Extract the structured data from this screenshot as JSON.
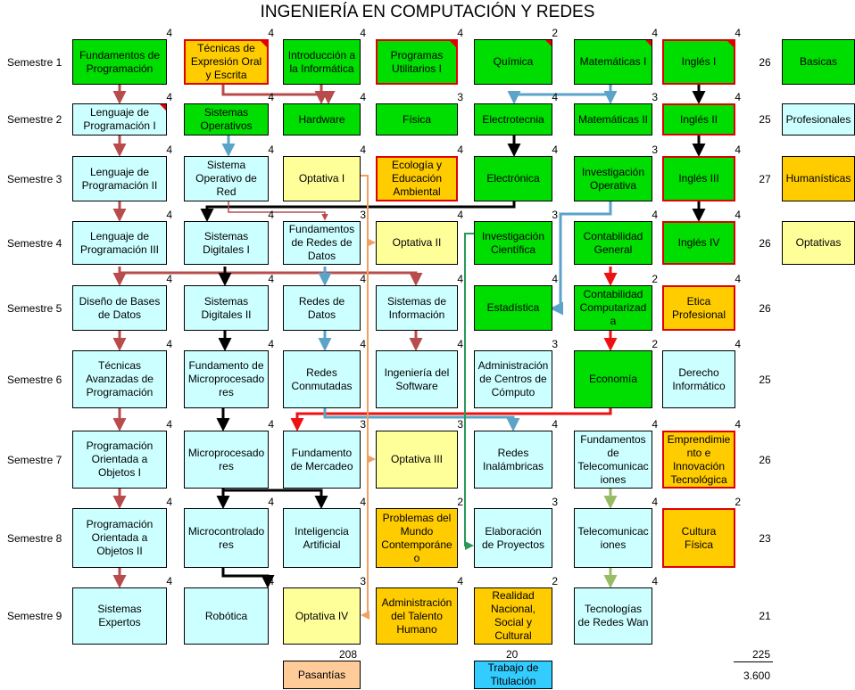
{
  "title": "INGENIERÍA EN COMPUTACIÓN Y REDES",
  "colors": {
    "basicas": "#00dd00",
    "profesionales": "#ccffff",
    "humanisticas": "#ffcc00",
    "optativas": "#ffff99",
    "pasantias": "#ffcc99",
    "titulacion": "#33ccff"
  },
  "semesters": [
    {
      "label": "Semestre 1",
      "total": "26"
    },
    {
      "label": "Semestre 2",
      "total": "25"
    },
    {
      "label": "Semestre 3",
      "total": "27"
    },
    {
      "label": "Semestre 4",
      "total": "26"
    },
    {
      "label": "Semestre 5",
      "total": "26"
    },
    {
      "label": "Semestre 6",
      "total": "25"
    },
    {
      "label": "Semestre 7",
      "total": "26"
    },
    {
      "label": "Semestre 8",
      "total": "23"
    },
    {
      "label": "Semestre 9",
      "total": "21"
    }
  ],
  "courses": [
    [
      {
        "name": "Fundamentos de Programación",
        "credits": "4",
        "cat": "basicas"
      },
      {
        "name": "Técnicas de Expresión Oral y Escrita",
        "credits": "4",
        "cat": "humanisticas",
        "red": true,
        "tri": true
      },
      {
        "name": "Introducción a la Informática",
        "credits": "4",
        "cat": "basicas"
      },
      {
        "name": "Programas Utilitarios I",
        "credits": "4",
        "cat": "basicas",
        "red": true,
        "tri": true
      },
      {
        "name": "Química",
        "credits": "2",
        "cat": "basicas",
        "tri": true
      },
      {
        "name": "Matemáticas I",
        "credits": "4",
        "cat": "basicas",
        "tri": true
      },
      {
        "name": "Inglés I",
        "credits": "4",
        "cat": "basicas",
        "red": true,
        "tri": true
      }
    ],
    [
      {
        "name": "Lenguaje de Programación I",
        "credits": "4",
        "cat": "profesionales",
        "tri": true
      },
      {
        "name": "Sistemas Operativos",
        "credits": "4",
        "cat": "basicas"
      },
      {
        "name": "Hardware",
        "credits": "4",
        "cat": "basicas"
      },
      {
        "name": "Física",
        "credits": "3",
        "cat": "basicas"
      },
      {
        "name": "Electrotecnia",
        "credits": "4",
        "cat": "basicas"
      },
      {
        "name": "Matemáticas II",
        "credits": "3",
        "cat": "basicas"
      },
      {
        "name": "Inglés II",
        "credits": "4",
        "cat": "basicas",
        "red": true
      }
    ],
    [
      {
        "name": "Lenguaje de Programación II",
        "credits": "4",
        "cat": "profesionales"
      },
      {
        "name": "Sistema Operativo de Red",
        "credits": "4",
        "cat": "profesionales"
      },
      {
        "name": "Optativa I",
        "credits": "4",
        "cat": "optativas"
      },
      {
        "name": "Ecología y Educación Ambiental",
        "credits": "4",
        "cat": "humanisticas",
        "red": true
      },
      {
        "name": "Electrónica",
        "credits": "4",
        "cat": "basicas"
      },
      {
        "name": "Investigación Operativa",
        "credits": "3",
        "cat": "basicas"
      },
      {
        "name": "Inglés III",
        "credits": "4",
        "cat": "basicas",
        "red": true
      }
    ],
    [
      {
        "name": "Lenguaje de Programación III",
        "credits": "4",
        "cat": "profesionales"
      },
      {
        "name": "Sistemas Digitales I",
        "credits": "4",
        "cat": "profesionales"
      },
      {
        "name": "Fundamentos de Redes de Datos",
        "credits": "3",
        "cat": "profesionales"
      },
      {
        "name": "Optativa II",
        "credits": "4",
        "cat": "optativas"
      },
      {
        "name": "Investigación Científica",
        "credits": "3",
        "cat": "basicas"
      },
      {
        "name": "Contabilidad General",
        "credits": "4",
        "cat": "basicas"
      },
      {
        "name": "Inglés IV",
        "credits": "4",
        "cat": "basicas",
        "red": true
      }
    ],
    [
      {
        "name": "Diseño de Bases de Datos",
        "credits": "4",
        "cat": "profesionales"
      },
      {
        "name": "Sistemas Digitales II",
        "credits": "4",
        "cat": "profesionales"
      },
      {
        "name": "Redes de Datos",
        "credits": "4",
        "cat": "profesionales"
      },
      {
        "name": "Sistemas de Información",
        "credits": "4",
        "cat": "profesionales"
      },
      {
        "name": "Estadística",
        "credits": "4",
        "cat": "basicas"
      },
      {
        "name": "Contabilidad Computarizada",
        "credits": "2",
        "cat": "basicas"
      },
      {
        "name": "Etica Profesional",
        "credits": "4",
        "cat": "humanisticas",
        "red": true
      }
    ],
    [
      {
        "name": "Técnicas Avanzadas de Programación",
        "credits": "4",
        "cat": "profesionales"
      },
      {
        "name": "Fundamento de Microprocesadores",
        "credits": "4",
        "cat": "profesionales"
      },
      {
        "name": "Redes Conmutadas",
        "credits": "4",
        "cat": "profesionales"
      },
      {
        "name": "Ingeniería del Software",
        "credits": "4",
        "cat": "profesionales"
      },
      {
        "name": "Administración de Centros de Cómputo",
        "credits": "3",
        "cat": "profesionales"
      },
      {
        "name": "Economía",
        "credits": "2",
        "cat": "basicas"
      },
      {
        "name": "Derecho Informático",
        "credits": "4",
        "cat": "profesionales"
      }
    ],
    [
      {
        "name": "Programación Orientada a Objetos I",
        "credits": "4",
        "cat": "profesionales"
      },
      {
        "name": "Microprocesadores",
        "credits": "4",
        "cat": "profesionales"
      },
      {
        "name": "Fundamento de Mercadeo",
        "credits": "3",
        "cat": "profesionales"
      },
      {
        "name": "Optativa III",
        "credits": "3",
        "cat": "optativas"
      },
      {
        "name": "Redes Inalámbricas",
        "credits": "4",
        "cat": "profesionales"
      },
      {
        "name": "Fundamentos de Telecomunicaciones",
        "credits": "4",
        "cat": "profesionales"
      },
      {
        "name": "Emprendimiento e Innovación Tecnológica",
        "credits": "4",
        "cat": "humanisticas",
        "red": true
      }
    ],
    [
      {
        "name": "Programación Orientada a Objetos II",
        "credits": "4",
        "cat": "profesionales"
      },
      {
        "name": "Microcontroladores",
        "credits": "4",
        "cat": "profesionales"
      },
      {
        "name": "Inteligencia Artificial",
        "credits": "4",
        "cat": "profesionales"
      },
      {
        "name": "Problemas del Mundo Contemporáneo",
        "credits": "2",
        "cat": "humanisticas"
      },
      {
        "name": "Elaboración de Proyectos",
        "credits": "3",
        "cat": "profesionales"
      },
      {
        "name": "Telecomunicaciones",
        "credits": "4",
        "cat": "profesionales"
      },
      {
        "name": "Cultura Física",
        "credits": "2",
        "cat": "humanisticas",
        "red": true
      }
    ],
    [
      {
        "name": "Sistemas Expertos",
        "credits": "4",
        "cat": "profesionales"
      },
      {
        "name": "Robótica",
        "credits": "4",
        "cat": "profesionales"
      },
      {
        "name": "Optativa IV",
        "credits": "3",
        "cat": "optativas"
      },
      {
        "name": "Administración del Talento Humano",
        "credits": "4",
        "cat": "humanisticas"
      },
      {
        "name": "Realidad Nacional, Social y Cultural",
        "credits": "2",
        "cat": "humanisticas"
      },
      {
        "name": "Tecnologías de Redes Wan",
        "credits": "4",
        "cat": "profesionales"
      },
      null
    ]
  ],
  "legend": [
    {
      "label": "Basicas",
      "cat": "basicas"
    },
    {
      "label": "Profesionales",
      "cat": "profesionales"
    },
    {
      "label": "Humanísticas",
      "cat": "humanisticas"
    },
    {
      "label": "Optativas",
      "cat": "optativas"
    }
  ],
  "footer": {
    "sum_left": "208",
    "sum_mid": "20",
    "sum_total": "225",
    "hours": "3.600",
    "pasantias": "Pasantías",
    "titulacion": "Trabajo de Titulación"
  }
}
